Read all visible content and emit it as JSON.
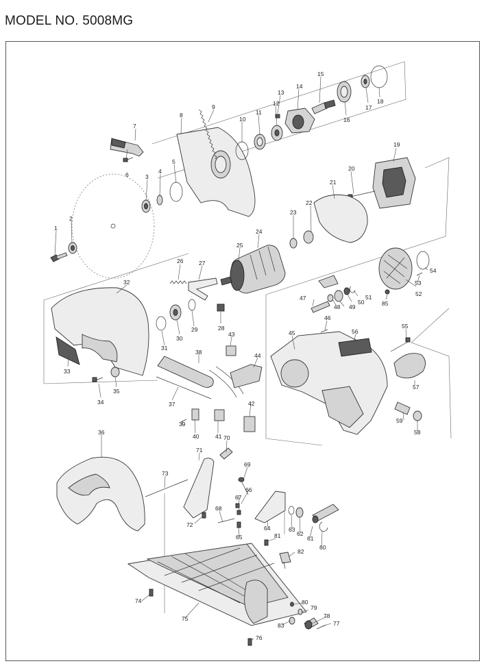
{
  "model_title": "MODEL NO. 5008MG",
  "part_numbers": [
    "1",
    "2",
    "3",
    "4",
    "5",
    "6",
    "7",
    "8",
    "9",
    "10",
    "11",
    "12",
    "13",
    "14",
    "15",
    "16",
    "17",
    "18",
    "19",
    "20",
    "21",
    "22",
    "23",
    "24",
    "25",
    "26",
    "27",
    "28",
    "29",
    "30",
    "31",
    "32",
    "33",
    "34",
    "35",
    "36",
    "37",
    "38",
    "39",
    "40",
    "41",
    "42",
    "43",
    "44",
    "45",
    "46",
    "47",
    "48",
    "49",
    "50",
    "51",
    "52",
    "53",
    "54",
    "55",
    "56",
    "57",
    "58",
    "59",
    "60",
    "61",
    "62",
    "63",
    "64",
    "65",
    "66",
    "67",
    "68",
    "69",
    "70",
    "71",
    "72",
    "73",
    "74",
    "75",
    "76",
    "77",
    "78",
    "79",
    "80",
    "81",
    "82",
    "83",
    "85"
  ]
}
